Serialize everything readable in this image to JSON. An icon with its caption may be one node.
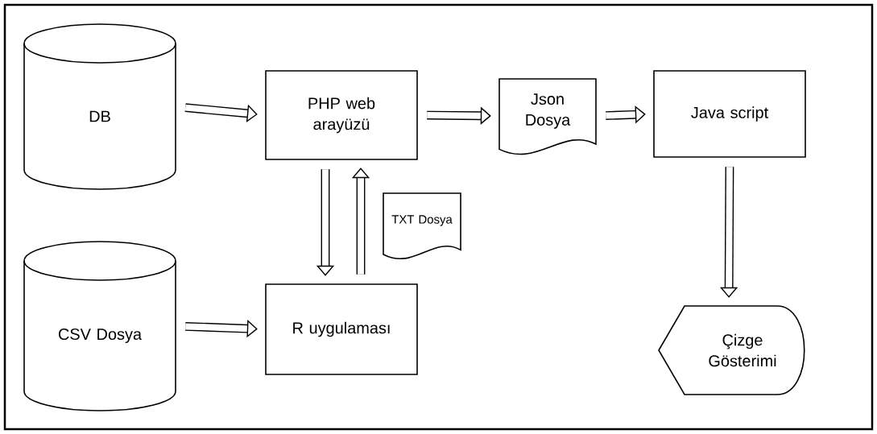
{
  "diagram": {
    "nodes": [
      {
        "text": [
          "DB"
        ]
      },
      {
        "text": [
          "PHP web arayüzü"
        ]
      },
      {
        "text": [
          "Json Dosya"
        ]
      },
      {
        "text": [
          "Java script"
        ]
      },
      {
        "text": [
          "TXT Dosya"
        ]
      },
      {
        "text": [
          "CSV Dosya"
        ]
      },
      {
        "text": [
          "R uygulaması"
        ]
      },
      {
        "text": [
          "Çizge Gösterimi"
        ]
      }
    ],
    "edges": [
      {
        "from": 0,
        "to": 1,
        "arrow": "to"
      },
      {
        "from": 1,
        "to": 2,
        "arrow": "to"
      },
      {
        "from": 2,
        "to": 3,
        "arrow": "to"
      },
      {
        "from": 1,
        "to": 6,
        "arrow": "to"
      },
      {
        "from": 6,
        "to": 1,
        "arrow": "to"
      },
      {
        "from": 5,
        "to": 6,
        "arrow": "to"
      },
      {
        "from": 3,
        "to": 7,
        "arrow": "to"
      }
    ]
  }
}
